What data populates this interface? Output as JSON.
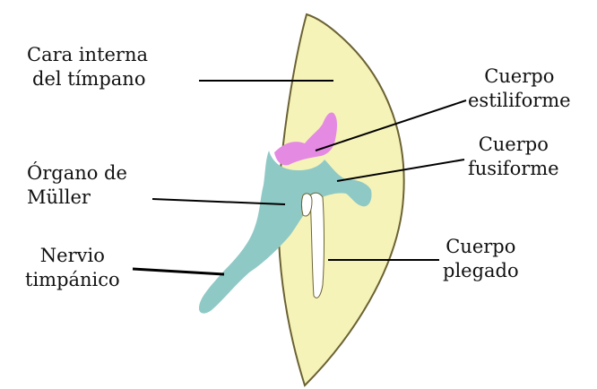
{
  "colors": {
    "membrane_fill": "#f6f3b9",
    "membrane_stroke": "#6b6233",
    "stiliform_fill": "#e58ae3",
    "muller_fill": "#8fc9c6",
    "fold_fill": "#ffffff",
    "leader_line": "#000000",
    "text": "#111111"
  },
  "labels": {
    "cara_interna": {
      "line1": "Cara interna",
      "line2": "del tímpano"
    },
    "cuerpo_estiliforme": {
      "line1": "Cuerpo",
      "line2": "estiliforme"
    },
    "cuerpo_fusiforme": {
      "line1": "Cuerpo",
      "line2": "fusiforme"
    },
    "organo_muller": {
      "line1": "Órgano de",
      "line2": "Müller"
    },
    "cuerpo_plegado": {
      "line1": "Cuerpo",
      "line2": "plegado"
    },
    "nervio_timpanico": {
      "line1": "Nervio",
      "line2": "timpánico"
    }
  }
}
